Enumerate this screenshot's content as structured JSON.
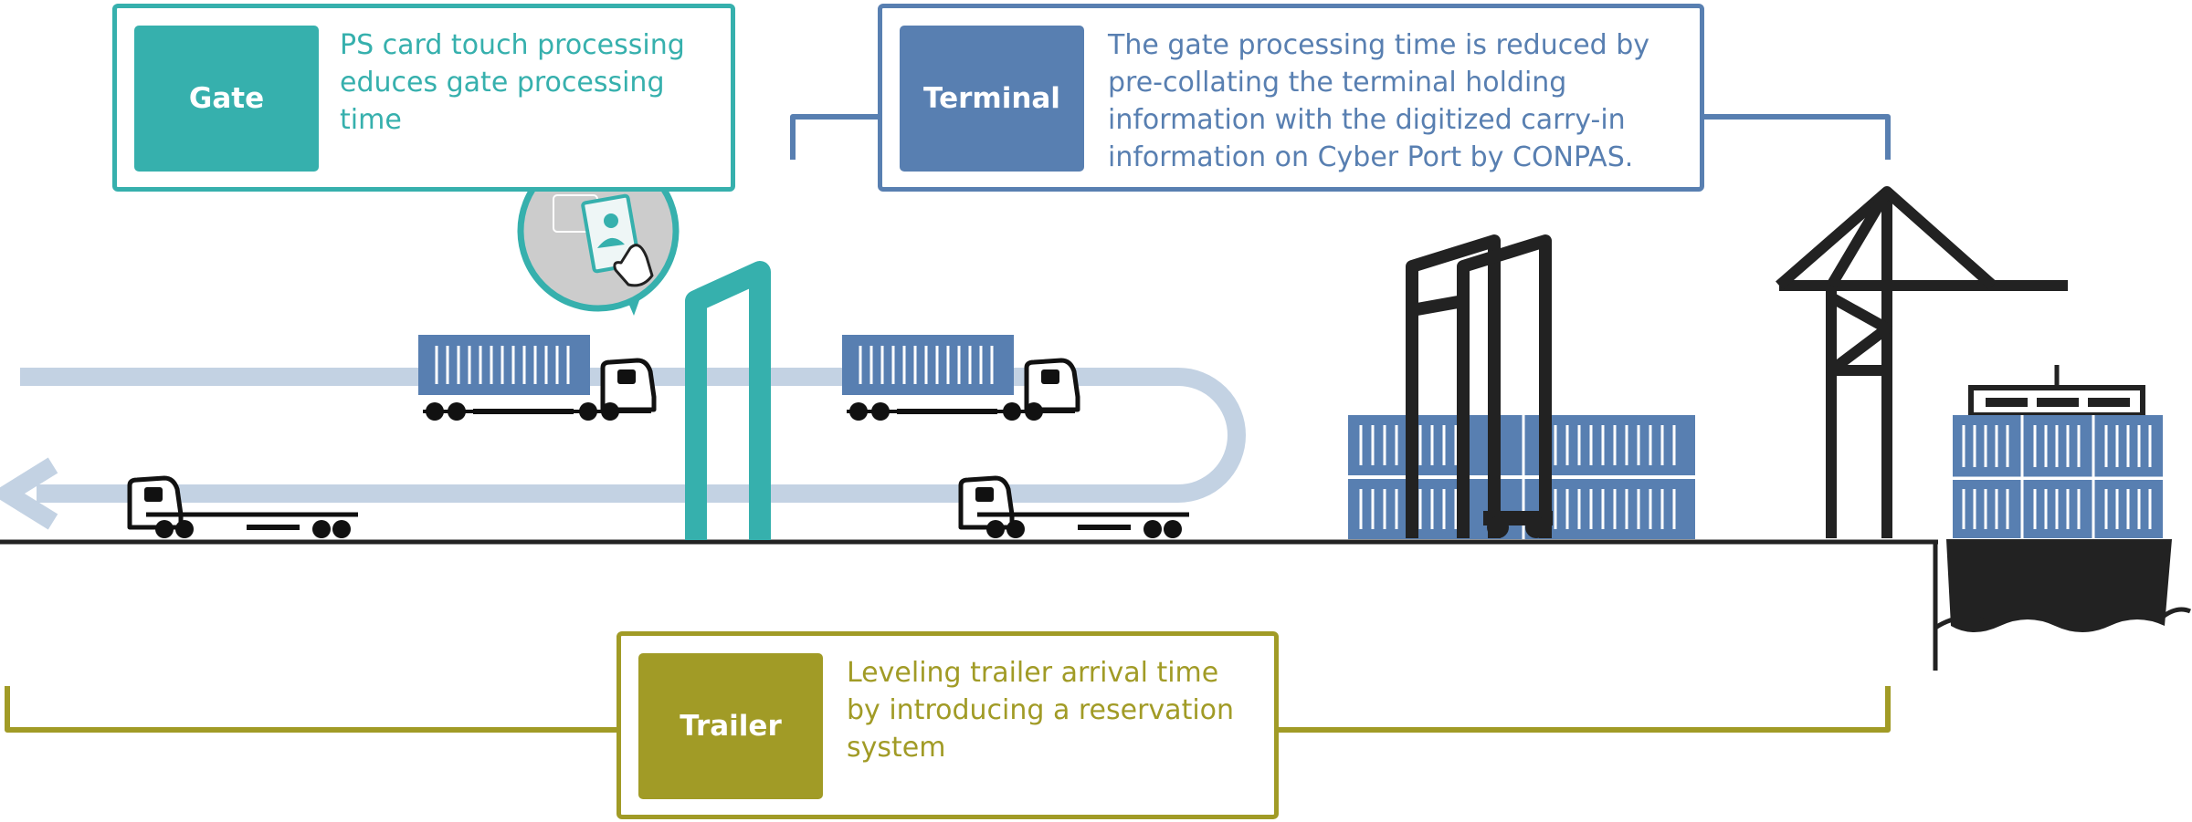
{
  "colors": {
    "gate": "#36b0ad",
    "terminal": "#587fb1",
    "trailer": "#a19b26",
    "route": "#c3d2e3",
    "container": "#587fb1",
    "dark": "#2a2a2a"
  },
  "callouts": {
    "gate": {
      "label": "Gate",
      "text": "PS card touch processing educes gate processing time"
    },
    "terminal": {
      "label": "Terminal",
      "text": "The gate processing time is reduced by pre-collating the terminal holding information with the digitized carry-in information on Cyber Port by CONPAS."
    },
    "trailer": {
      "label": "Trailer",
      "text": "Leveling trailer arrival time by introducing a reservation system"
    }
  },
  "icons": {
    "gate_structure": "gate-icon",
    "card_reader": "card-reader-icon",
    "loaded_truck": "container-truck-icon",
    "empty_truck": "trailer-truck-icon",
    "crane": "straddle-carrier-icon",
    "quay_crane": "quay-crane-icon",
    "ship": "container-ship-icon",
    "arrow": "arrow-left-icon"
  }
}
